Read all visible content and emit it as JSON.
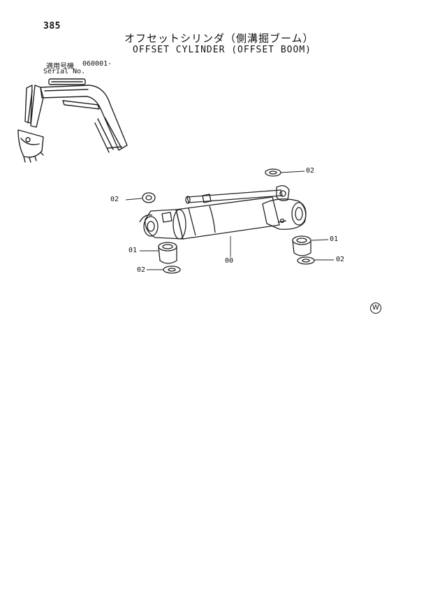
{
  "header": {
    "page_number": "385",
    "title_jp": "オフセットシリンダ（側溝掘ブーム）",
    "title_en": "OFFSET CYLINDER (OFFSET BOOM)"
  },
  "serial": {
    "label_jp": "適用号機",
    "value": "060001-",
    "label_en": "Serial No."
  },
  "callouts": {
    "washer_top_right": "02",
    "washer_top_left": "02",
    "bushing_left": "01",
    "washer_bottom_left": "02",
    "cylinder": "00",
    "bushing_right": "01",
    "washer_bottom_right": "02"
  },
  "mark": {
    "symbol": "W",
    "icon": "circled-w-icon"
  }
}
